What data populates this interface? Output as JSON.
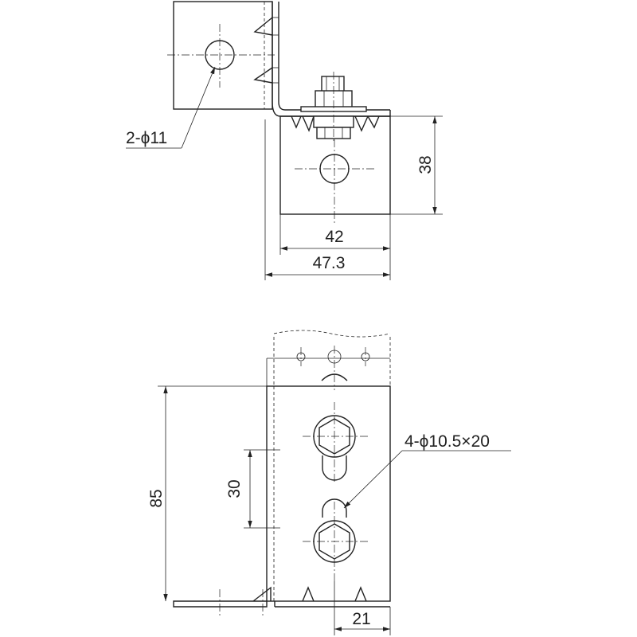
{
  "labels": {
    "top_holes": "2-ϕ11",
    "height_top": "38",
    "width_42": "42",
    "width_47_3": "47.3",
    "slots": "4-ϕ10.5×20",
    "height_85": "85",
    "pitch_30": "30",
    "width_21": "21"
  },
  "icons": {
    "arrowhead": "filled-triangle"
  }
}
